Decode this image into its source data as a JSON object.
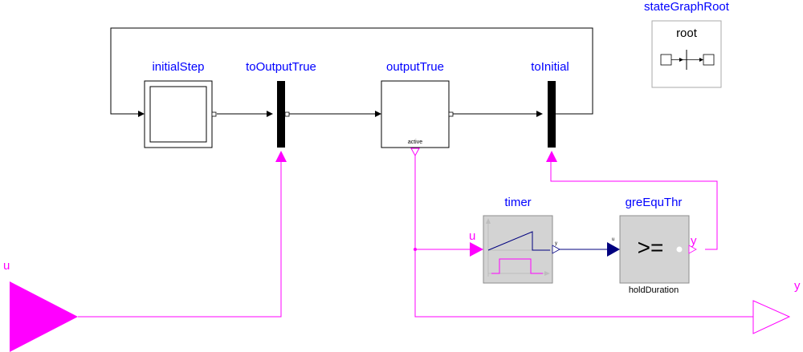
{
  "blocks": {
    "initial_step": {
      "name": "initialStep"
    },
    "to_output_true": {
      "name": "toOutputTrue"
    },
    "output_true": {
      "name": "outputTrue",
      "port_label": "active"
    },
    "to_initial": {
      "name": "toInitial"
    },
    "state_graph_root": {
      "name": "stateGraphRoot",
      "icon_text": "root"
    },
    "timer": {
      "name": "timer"
    },
    "gre_equ_thr": {
      "name": "greEquThr",
      "symbol": ">=",
      "param": "holdDuration"
    }
  },
  "ports": {
    "input_u": "u",
    "output_y": "y",
    "timer_in": "u",
    "timer_out": "y",
    "gre_in": "u",
    "gre_out": "y"
  },
  "colors": {
    "boolean_signal": "#ff00ff",
    "real_signal": "#00007f",
    "label": "#0000ff",
    "transition_bar": "#000000",
    "block_fill": "#d3d3d3"
  }
}
